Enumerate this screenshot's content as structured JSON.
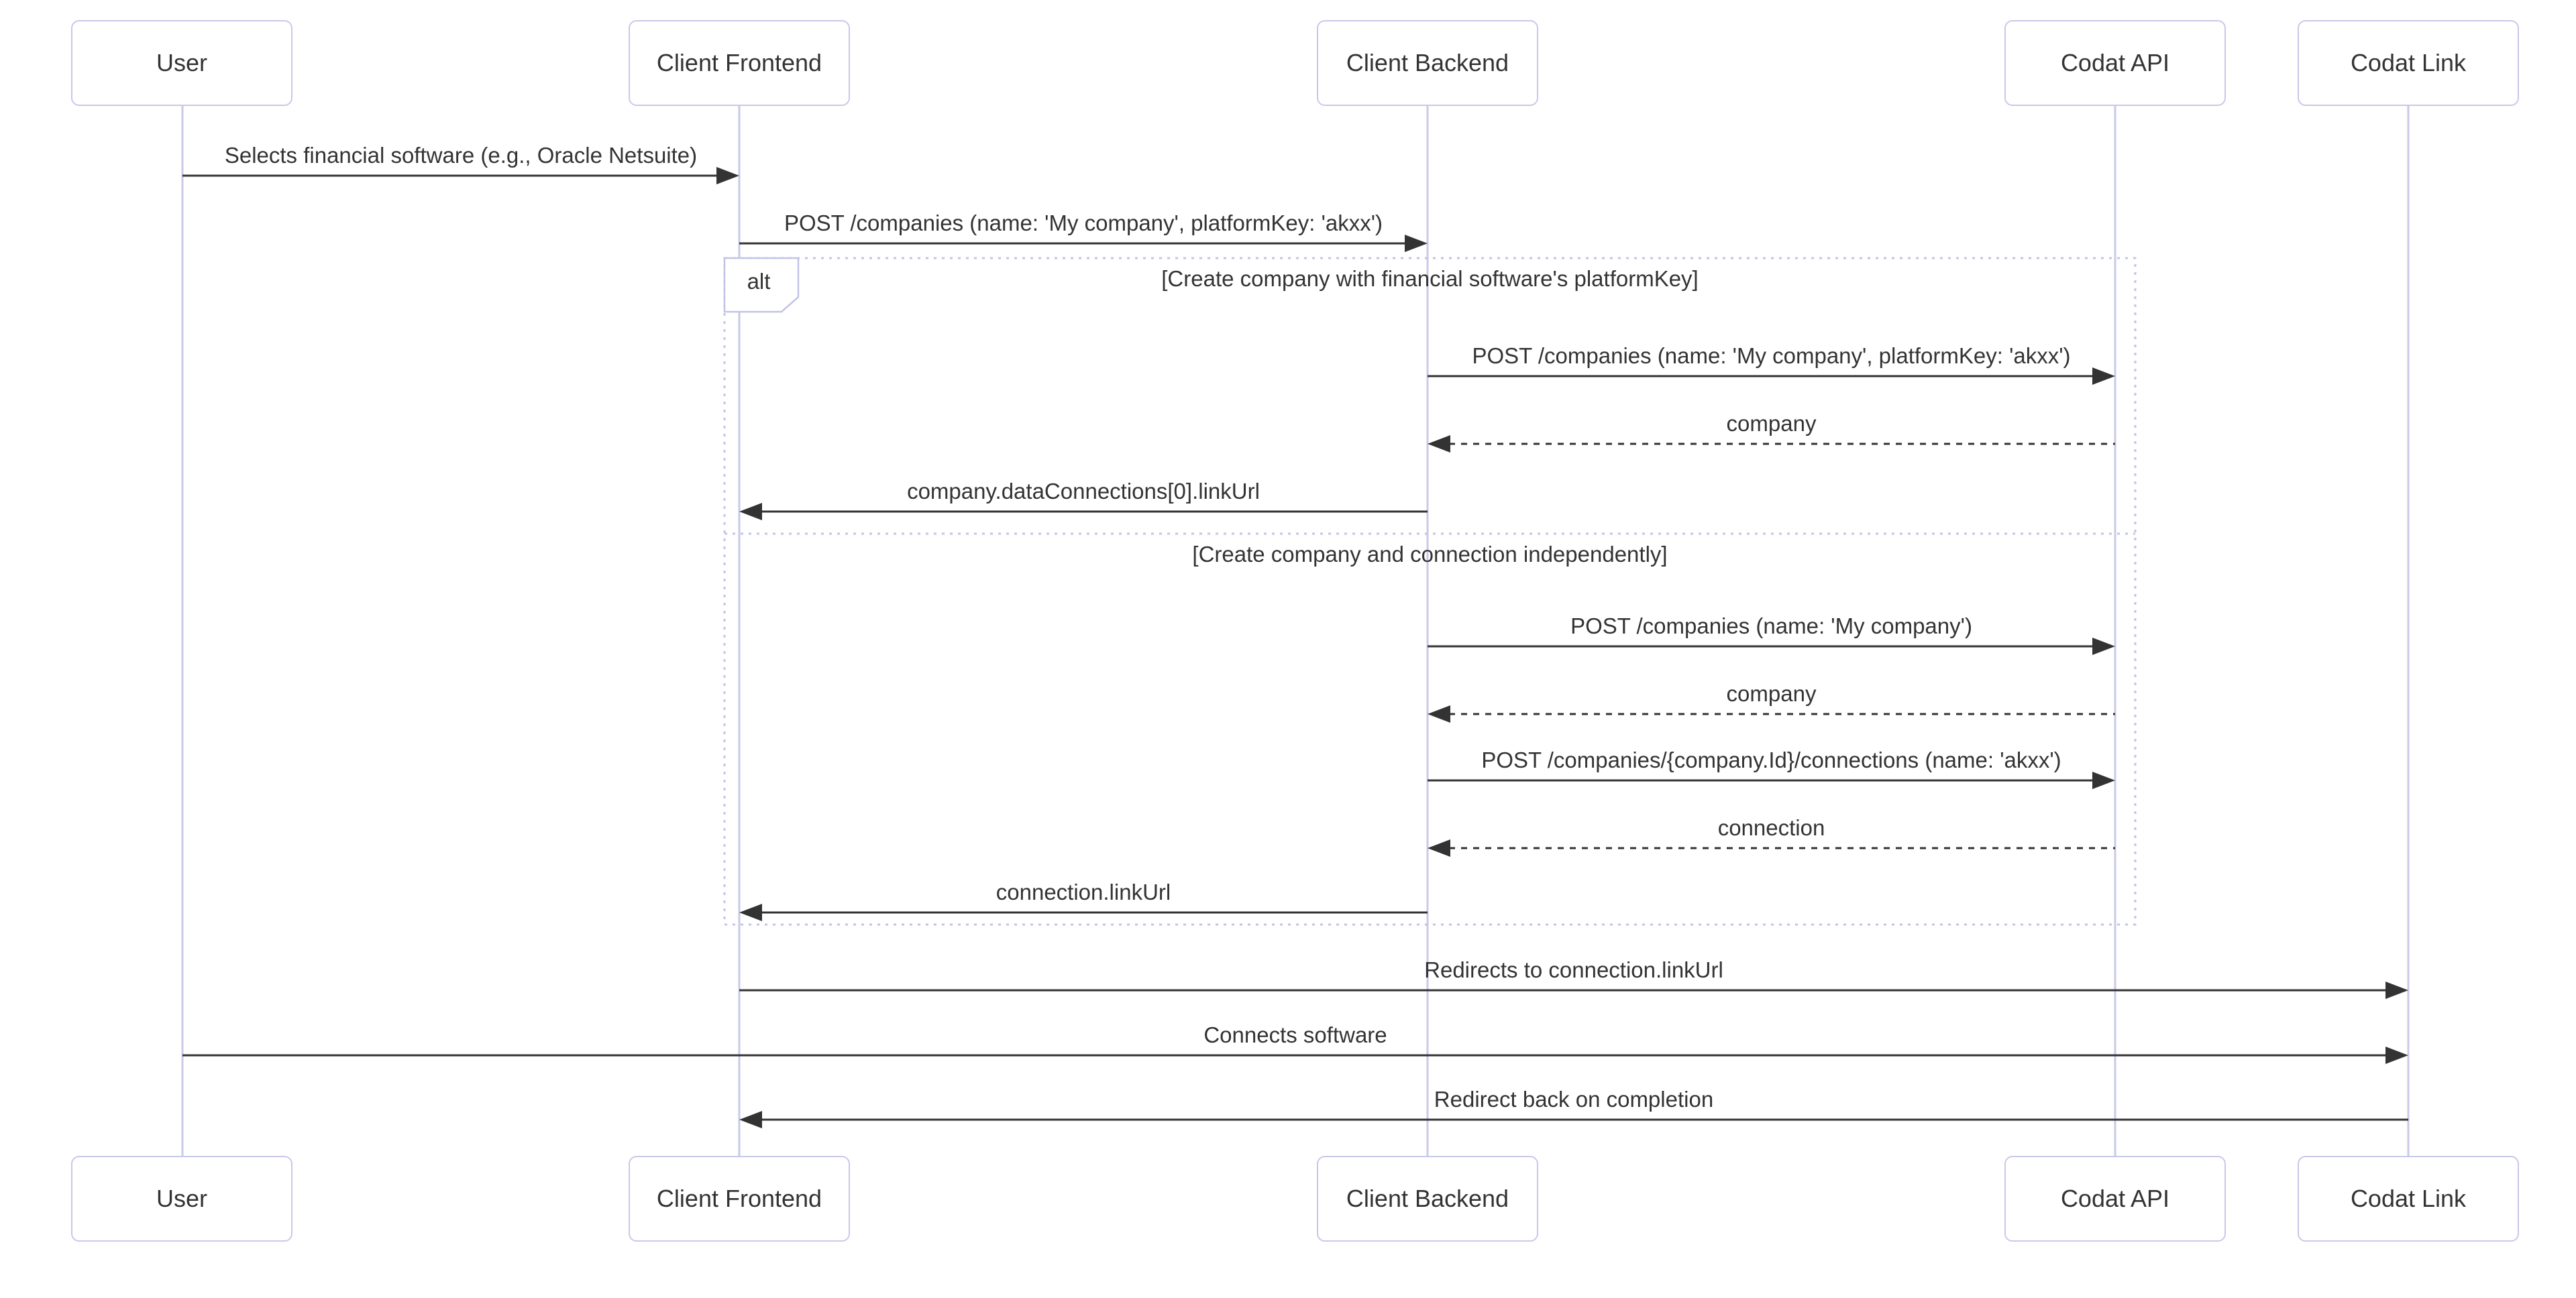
{
  "diagram": {
    "actors": [
      {
        "id": "user",
        "label": "User"
      },
      {
        "id": "client-frontend",
        "label": "Client Frontend"
      },
      {
        "id": "client-backend",
        "label": "Client Backend"
      },
      {
        "id": "codat-api",
        "label": "Codat API"
      },
      {
        "id": "codat-link",
        "label": "Codat Link"
      }
    ],
    "messages": [
      {
        "from": "User",
        "to": "Client Frontend",
        "style": "solid",
        "text": "Selects financial software (e.g., Oracle Netsuite)"
      },
      {
        "from": "Client Frontend",
        "to": "Client Backend",
        "style": "solid",
        "text": "POST /companies (name: 'My company', platformKey: 'akxx')"
      },
      {
        "from": "Client Backend",
        "to": "Codat API",
        "style": "solid",
        "text": "POST /companies (name: 'My company', platformKey: 'akxx')"
      },
      {
        "from": "Codat API",
        "to": "Client Backend",
        "style": "dashed",
        "text": "company"
      },
      {
        "from": "Client Backend",
        "to": "Client Frontend",
        "style": "solid",
        "text": "company.dataConnections[0].linkUrl"
      },
      {
        "from": "Client Backend",
        "to": "Codat API",
        "style": "solid",
        "text": "POST /companies (name: 'My company')"
      },
      {
        "from": "Codat API",
        "to": "Client Backend",
        "style": "dashed",
        "text": "company"
      },
      {
        "from": "Client Backend",
        "to": "Codat API",
        "style": "solid",
        "text": "POST /companies/{company.Id}/connections (name: 'akxx')"
      },
      {
        "from": "Codat API",
        "to": "Client Backend",
        "style": "dashed",
        "text": "connection"
      },
      {
        "from": "Client Backend",
        "to": "Client Frontend",
        "style": "solid",
        "text": "connection.linkUrl"
      },
      {
        "from": "Client Frontend",
        "to": "Codat Link",
        "style": "solid",
        "text": "Redirects to connection.linkUrl"
      },
      {
        "from": "User",
        "to": "Codat Link",
        "style": "solid",
        "text": "Connects software"
      },
      {
        "from": "Codat Link",
        "to": "Client Frontend",
        "style": "solid",
        "text": "Redirect back on completion"
      }
    ],
    "alt_frame": {
      "label": "alt",
      "sections": [
        {
          "condition": "[Create company with financial software's platformKey]"
        },
        {
          "condition": "[Create company and connection independently]"
        }
      ]
    },
    "colors": {
      "actor_border": "#c8c8ea",
      "lifeline": "#c9c9e9",
      "frame_border": "#c3c3e8",
      "message_line": "#333333",
      "text": "#333333",
      "background": "#ffffff"
    }
  }
}
